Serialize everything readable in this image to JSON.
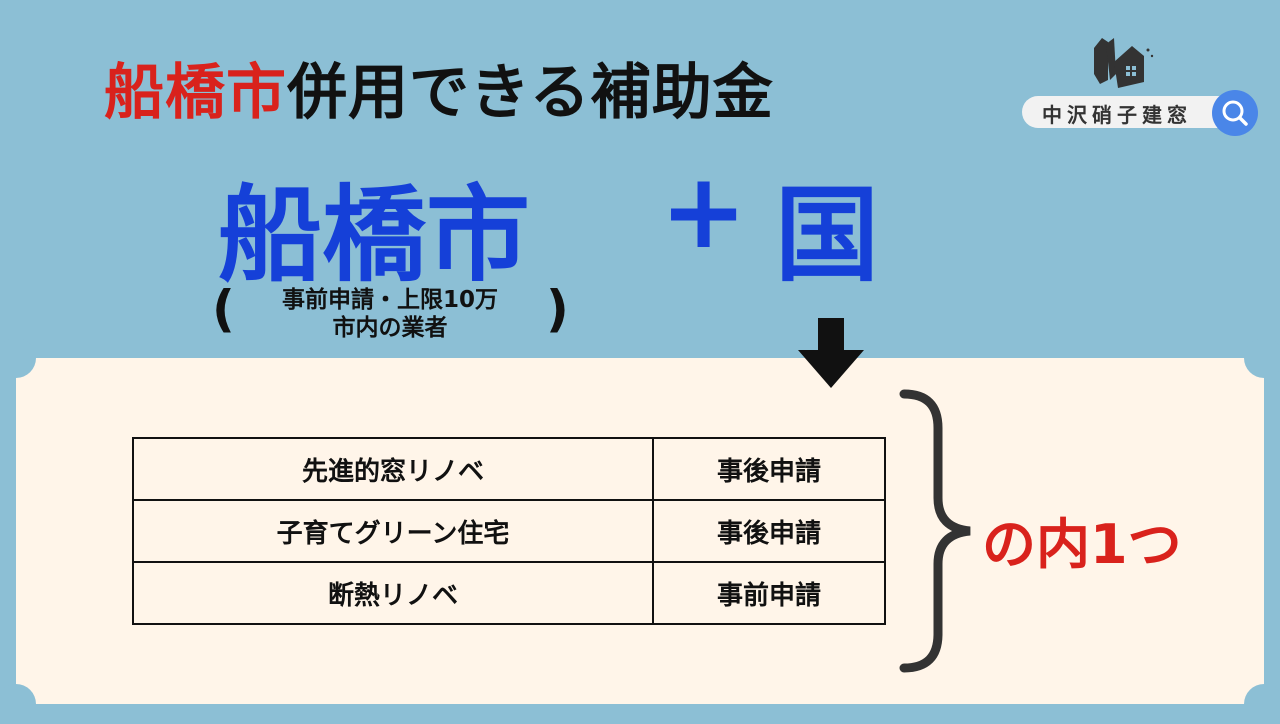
{
  "title": {
    "highlight": "船橋市",
    "rest": "併用できる補助金"
  },
  "formula": {
    "city": "船橋市",
    "plus": "+",
    "nation": "国"
  },
  "city_note": {
    "open_paren": "(",
    "line1": "事前申請・上限10万",
    "line2": "市内の業者",
    "close_paren": ")"
  },
  "table": {
    "rows": [
      {
        "name": "先進的窓リノベ",
        "timing": "事後申請"
      },
      {
        "name": "子育てグリーン住宅",
        "timing": "事後申請"
      },
      {
        "name": "断熱リノベ",
        "timing": "事前申請"
      }
    ]
  },
  "result": "の内1つ",
  "brand": {
    "name": "中沢硝子建窓",
    "icon": "search-icon"
  },
  "colors": {
    "background": "#8CBFD5",
    "panel": "#FFF5E9",
    "red": "#D9221C",
    "blue": "#1540D8"
  }
}
